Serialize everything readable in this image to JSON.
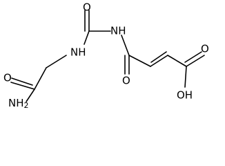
{
  "molecule": {
    "atoms": {
      "amide_o": "O",
      "amide_n": "NH",
      "urea_o": "O",
      "imide_n": "NH",
      "amine": "NH2",
      "ketone_o": "O",
      "acid_o": "O",
      "acid_oh": "OH"
    }
  }
}
